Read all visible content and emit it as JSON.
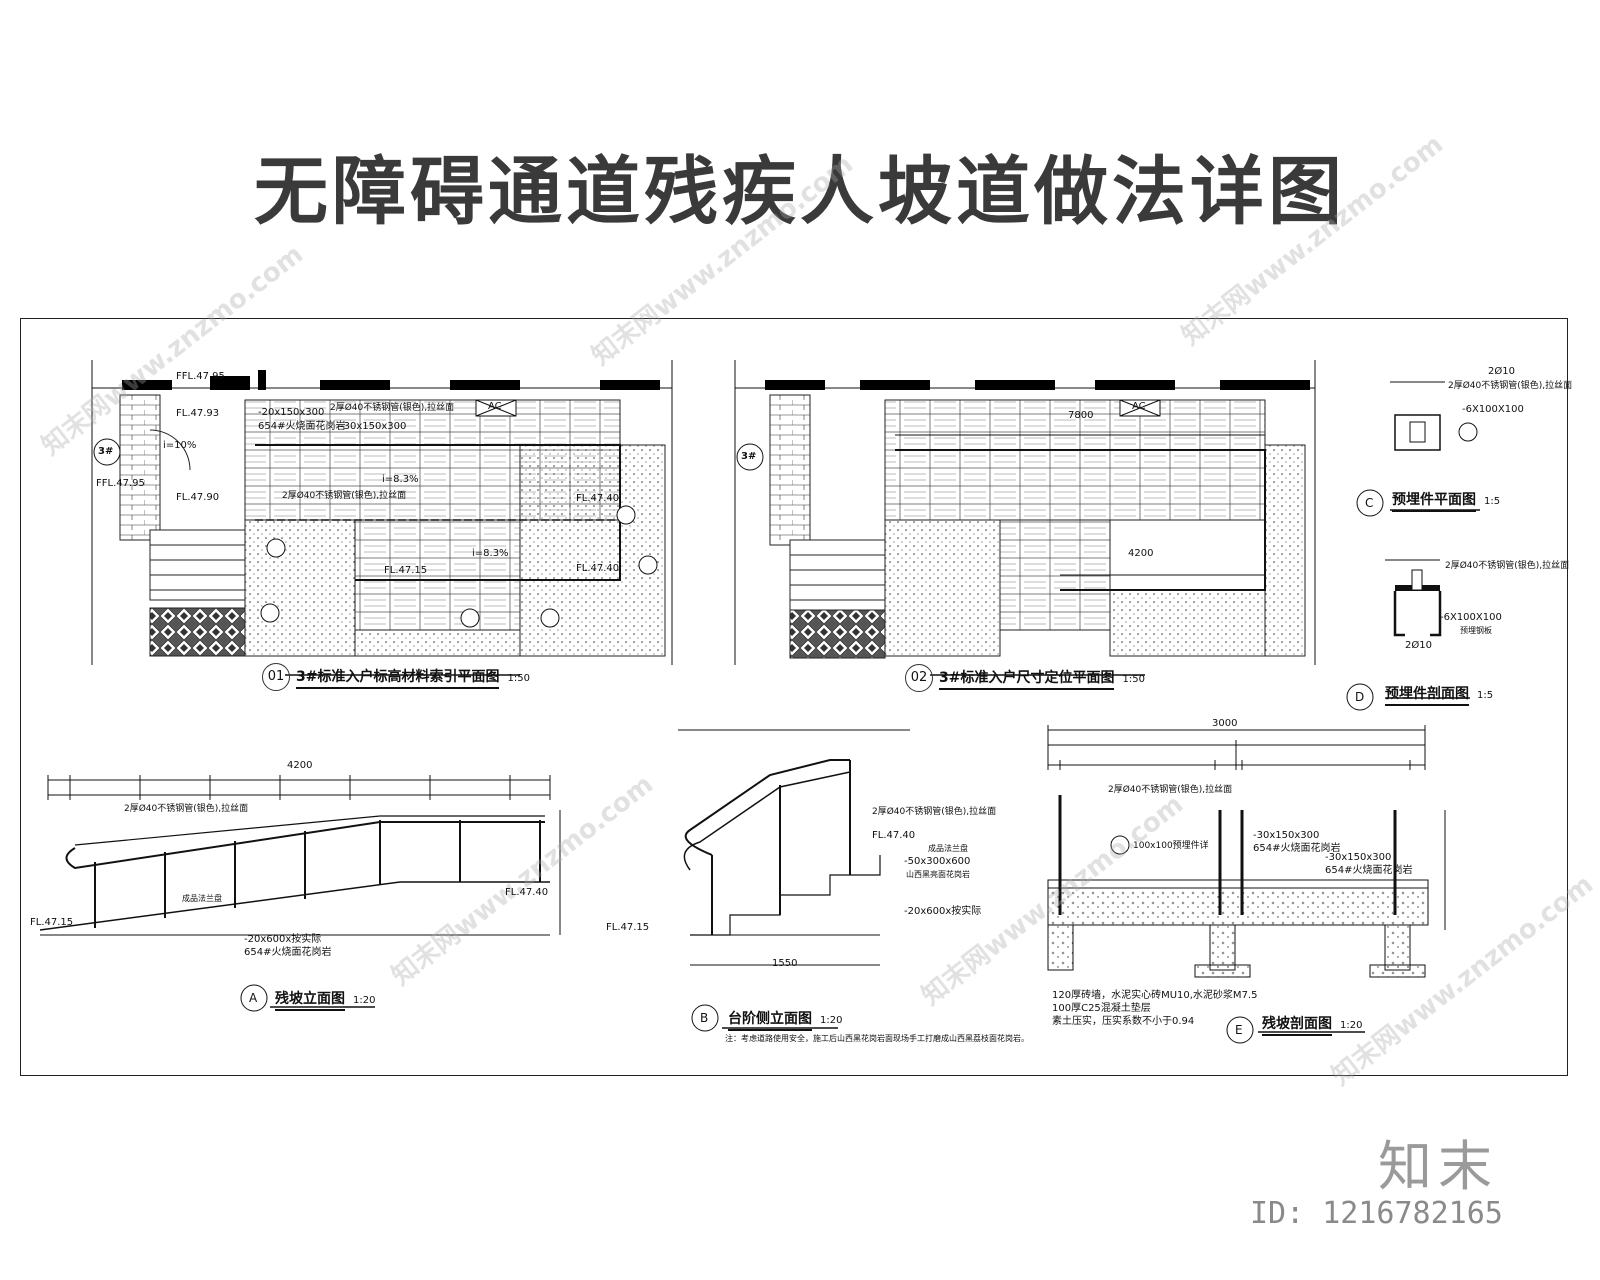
{
  "title": "无障碍通道残疾人坡道做法详图",
  "drawings": {
    "plan01": {
      "num": "01",
      "title": "3#标准入户标高材料索引平面图",
      "scale": "1:50"
    },
    "plan02": {
      "num": "02",
      "title": "3#标准入户尺寸定位平面图",
      "scale": "1:50"
    },
    "detailC": {
      "num": "C",
      "title": "预埋件平面图",
      "scale": "1:5"
    },
    "detailD": {
      "num": "D",
      "title": "预埋件剖面图",
      "scale": "1:5"
    },
    "elevA": {
      "num": "A",
      "title": "残坡立面图",
      "scale": "1:20"
    },
    "elevB": {
      "num": "B",
      "title": "台阶侧立面图",
      "scale": "1:20"
    },
    "sectE": {
      "num": "E",
      "title": "残坡剖面图",
      "scale": "1:20"
    }
  },
  "labels": {
    "ffl1": "FFL.47.95",
    "ffl2": "FFL.47.95",
    "fl193": "FL.47.93",
    "fl190": "FL.47.90",
    "fl140a": "FL.47.40",
    "fl140b": "FL.47.40",
    "fl115": "FL.47.15",
    "slope1": "i=8.3%",
    "slope2": "i=8.3%",
    "slope3": "i=10%",
    "door": "3#",
    "ac": "AC",
    "pipe": "2厚Ø40不锈钢管(银色),拉丝面",
    "tile1": "-20x150x300",
    "tile2": "-30x150x300",
    "tile3": "654#火烧面花岗岩",
    "dim7800": "7800",
    "dim4200": "4200",
    "dim3000": "3000",
    "dim1550": "1550",
    "plate": "-6X100X100",
    "plate_note": "预埋钢板",
    "rebar": "2Ø10",
    "embed": "100x100预埋件详",
    "note": "注：考虑道路使用安全，施工后山西黑花岗岩面现场手工打磨成山西黑荔枝面花岗岩。",
    "layer1": "120厚砖墙，水泥实心砖MU10,水泥砂浆M7.5",
    "layer2": "100厚C25混凝土垫层",
    "layer3": "素土压实，压实系数不小于0.94",
    "fin1": "-50x300x600",
    "fin2": "-20x600x按实际",
    "fin3": "山西黑亮面花岗岩",
    "flange": "成品法兰盘"
  },
  "brand": "知末",
  "id_text": "ID: 1216782165",
  "watermark": "知末网www.znzmo.com"
}
